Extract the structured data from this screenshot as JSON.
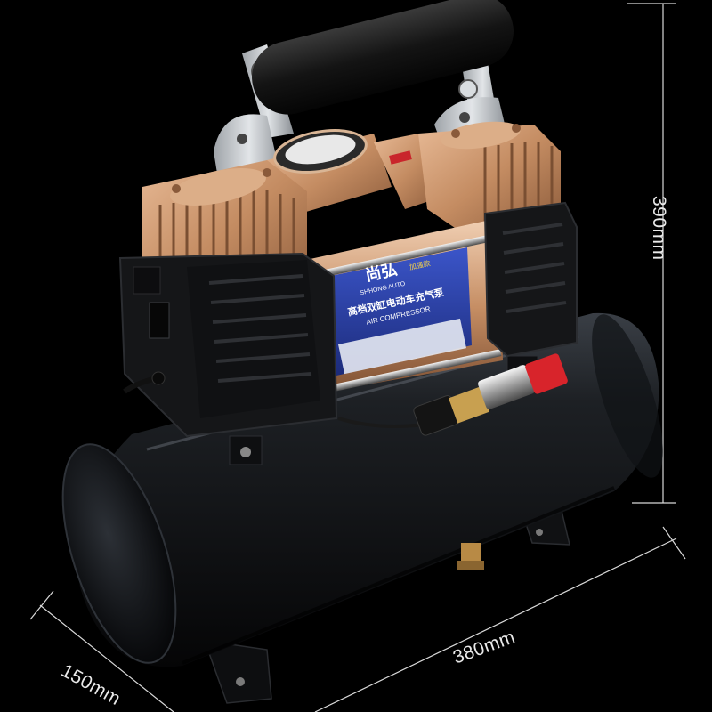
{
  "dimensions": {
    "height": "390mm",
    "length": "380mm",
    "depth": "150mm"
  },
  "label": {
    "brand_cn": "尚弘",
    "brand_en": "SHHONG AUTO",
    "badge": "加强款",
    "title_cn": "高档双缸电动车充气泵",
    "title_en": "AIR COMPRESSOR"
  },
  "colors": {
    "background": "#000000",
    "tank": "#17191c",
    "housing": "#151618",
    "heatsink": "#c8926a",
    "label_blue": "#2a3fa0",
    "valve_red": "#d8242b"
  }
}
